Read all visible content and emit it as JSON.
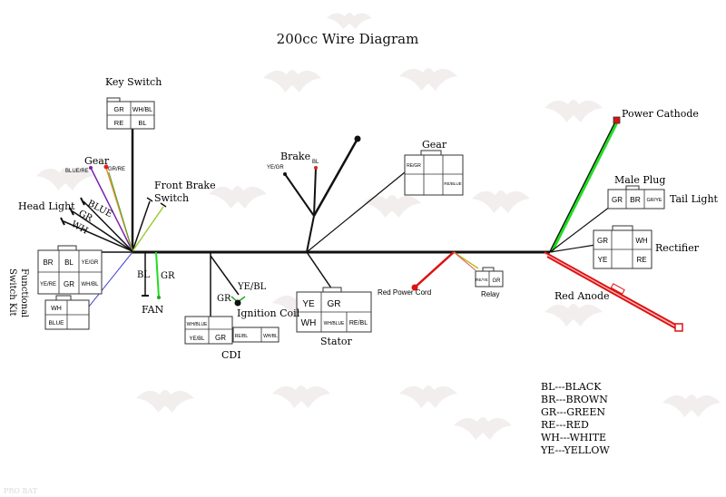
{
  "title": "200cc Wire Diagram",
  "watermark": "PRO BAT",
  "colors": {
    "black": "#111111",
    "green": "#22dd22",
    "red": "#dd1111",
    "blue": "#3333cc",
    "purple": "#7722aa",
    "yellow_green": "#99cc33",
    "orange": "#ee8833",
    "pink": "#ee8888"
  },
  "labels": {
    "key_switch": "Key Switch",
    "gear_left": "Gear",
    "gear_blue_re": "BLUE/RE",
    "gear_gr_re": "GR/RE",
    "front_brake_1": "Front Brake",
    "front_brake_2": "Switch",
    "head_light": "Head Light",
    "hl_blue": "BLUE",
    "hl_gr": "GR",
    "hl_wh": "WH",
    "functional_1": "Functional",
    "functional_2": "Switch Kit",
    "fan": "FAN",
    "fan_bl": "BL",
    "fan_gr": "GR",
    "brake": "Brake",
    "brake_ye_gr": "YE/GR",
    "brake_bl": "BL",
    "gear_right": "Gear",
    "cdi": "CDI",
    "ignition_coil": "Ignition Coil",
    "ic_ye_bl": "YE/BL",
    "ic_gr": "GR",
    "stator": "Stator",
    "red_power_cord": "Red Power Cord",
    "relay": "Relay",
    "power_cathode": "Power Cathode",
    "male_plug": "Male Plug",
    "tail_light": "Tail Light",
    "rectifier": "Rectifier",
    "red_anode": "Red Anode"
  },
  "connectors": {
    "key_switch": [
      "GR",
      "WH/BL",
      "RE",
      "BL"
    ],
    "functional_top": [
      "BR",
      "BL",
      "YE/GR",
      "YE/RE",
      "GR",
      "WH/BL"
    ],
    "functional_bottom": [
      "WH",
      "BLUE"
    ],
    "cdi_left": [
      "WH/BLUE",
      "YE/BL",
      "GR"
    ],
    "cdi_right": [
      "RE/BL",
      "WH/BL"
    ],
    "stator": [
      "YE",
      "GR",
      "WH",
      "WH/BLUE",
      "RE/BL"
    ],
    "gear_right": [
      "RE/GR",
      "RE/BLUE"
    ],
    "relay": [
      "RE/YE",
      "GR"
    ],
    "male_plug": [
      "GR",
      "BR",
      "GR/YE"
    ],
    "rectifier": [
      "GR",
      "WH",
      "YE",
      "RE"
    ]
  },
  "legend": [
    "BL---BLACK",
    "BR---BROWN",
    "GR---GREEN",
    "RE---RED",
    "WH---WHITE",
    "YE---YELLOW"
  ]
}
